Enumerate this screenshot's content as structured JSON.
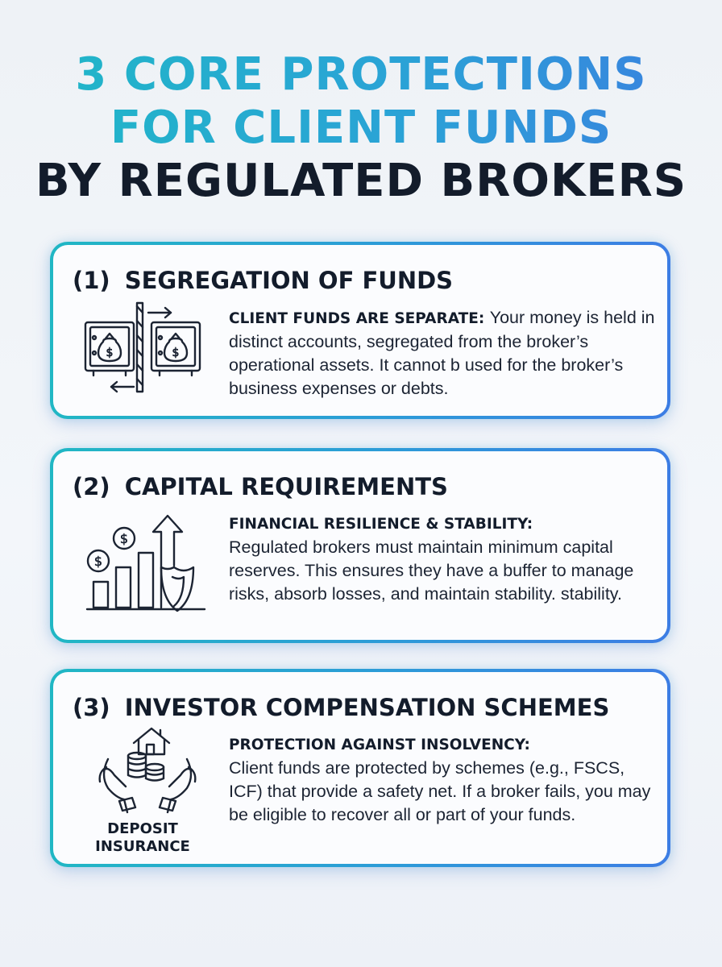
{
  "title": {
    "line1": "3 CORE PROTECTIONS",
    "line2": "FOR CLIENT FUNDS",
    "line3": "BY REGULATED BROKERS"
  },
  "cards": [
    {
      "number": "(1)",
      "heading": "SEGREGATION OF FUNDS",
      "lead": "CLIENT FUNDS ARE SEPARATE:",
      "text": "Your money is held in distinct accounts, segregated from the broker’s operational assets. It cannot b used for the broker’s business expenses or debts.",
      "icon": "safe-transfer-icon"
    },
    {
      "number": "(2)",
      "heading": "CAPITAL REQUIREMENTS",
      "lead": "FINANCIAL RESILIENCE & STABILITY:",
      "text": "Regulated brokers must maintain minimum capital reserves. This ensures they have a buffer to manage risks, absorb losses, and maintain stability.  stability.",
      "icon": "growth-chart-shield-icon"
    },
    {
      "number": "(3)",
      "heading": "INVESTOR COMPENSATION SCHEMES",
      "lead": "PROTECTION AGAINST INSOLVENCY:",
      "text": "Client funds are protected by schemes (e.g., FSCS, ICF) that provide a safety net. If a broker fails, you may be eligible to recover all or part of your funds.",
      "icon": "hands-coins-house-icon",
      "icon_label_line1": "DEPOSIT",
      "icon_label_line2": "INSURANCE"
    }
  ],
  "colors": {
    "gradient_start": "#1fb8c6",
    "gradient_end": "#3b7fe0",
    "text_dark": "#131c2b"
  }
}
